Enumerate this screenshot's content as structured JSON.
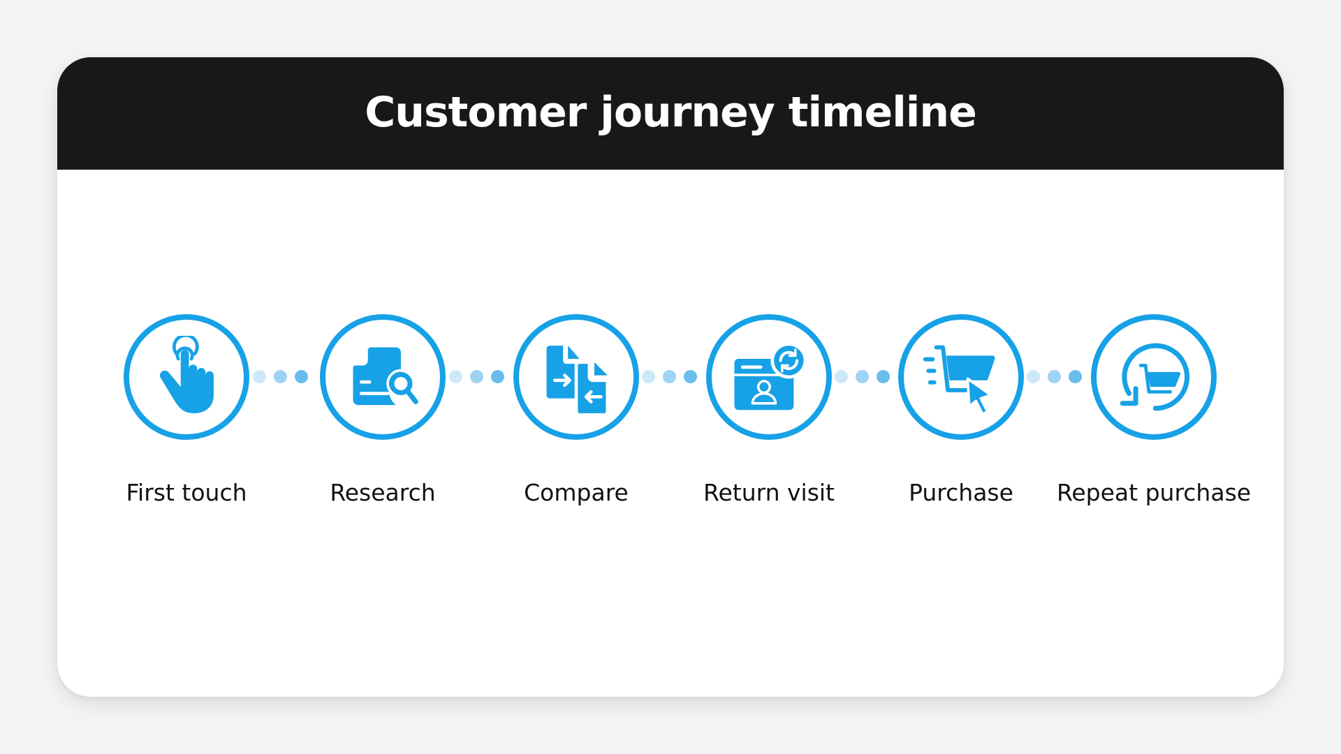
{
  "header": {
    "title": "Customer journey timeline"
  },
  "colors": {
    "accent": "#17a1e6",
    "header_bg": "#181818",
    "card_bg": "#ffffff",
    "page_bg": "#f4f4f4",
    "dot_light": "#cde9f9",
    "dot_medium": "#9dd3f3",
    "dot_strong": "#68bdee"
  },
  "steps": [
    {
      "label": "First touch",
      "icon": "tap-hand-icon"
    },
    {
      "label": "Research",
      "icon": "document-search-icon"
    },
    {
      "label": "Compare",
      "icon": "compare-documents-icon"
    },
    {
      "label": "Return visit",
      "icon": "browser-user-refresh-icon"
    },
    {
      "label": "Purchase",
      "icon": "cart-click-icon"
    },
    {
      "label": "Repeat purchase",
      "icon": "cart-repeat-icon"
    }
  ]
}
